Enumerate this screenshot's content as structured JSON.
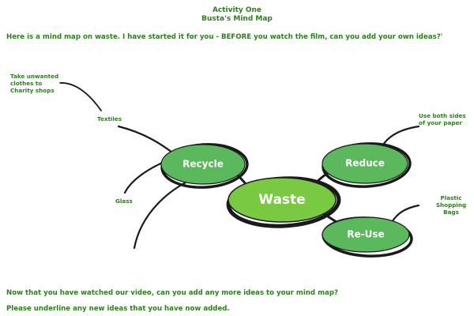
{
  "header": {
    "line1": "Activity One",
    "line2": "Busta's Mind Map"
  },
  "intro": {
    "pre": "Here is a mind map on waste.  I have started it for you - ",
    "emph": "BEFORE",
    "post": " you watch the film, can you add your own ideas?'"
  },
  "nodes": {
    "center": "Waste",
    "recycle": "Recycle",
    "reduce": "Reduce",
    "reuse": "Re-Use"
  },
  "leaves": {
    "charity": [
      "Take unwanted",
      "clothes to",
      "Charity shops"
    ],
    "textiles": "Textiles",
    "glass": "Glass",
    "both_sides": [
      "Use both sides",
      "of your paper"
    ],
    "plastic": [
      "Plastic",
      "Shopping Bags"
    ]
  },
  "footer": {
    "question": "Now that you have watched our video, can you add any more ideas to your mind map?",
    "instruction": "Please underline any new ideas that you have now added."
  },
  "colors": {
    "text": "#2e7d1f",
    "node_fill": "#5cb85c",
    "center_fill": "#7ac943",
    "outline": "#1a1a1a"
  }
}
